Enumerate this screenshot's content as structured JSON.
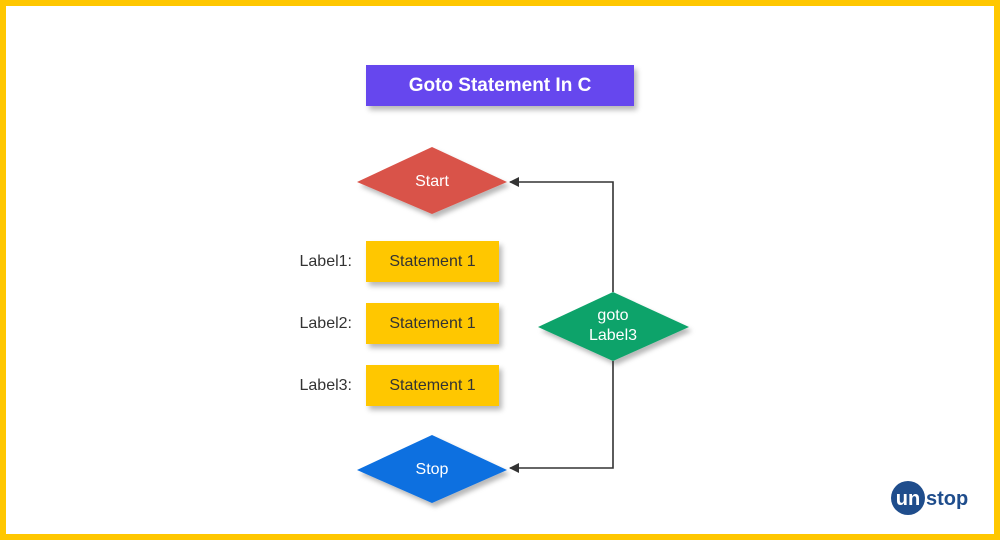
{
  "title": "Goto Statement In C",
  "nodes": {
    "start": {
      "label": "Start",
      "color": "#D9534A"
    },
    "goto": {
      "label_line1": "goto",
      "label_line2": "Label3",
      "color": "#0FA36B"
    },
    "stop": {
      "label": "Stop",
      "color": "#0B6FE0"
    }
  },
  "statements": [
    {
      "label": "Label1:",
      "text": "Statement 1"
    },
    {
      "label": "Label2:",
      "text": "Statement 1"
    },
    {
      "label": "Label3:",
      "text": "Statement 1"
    }
  ],
  "colors": {
    "border": "#FFC700",
    "title_bg": "#6647EE",
    "statement_bg": "#FFC700",
    "logo": "#1F4D8C"
  },
  "logo": {
    "text_in_circle": "un",
    "text_rest": "stop"
  }
}
